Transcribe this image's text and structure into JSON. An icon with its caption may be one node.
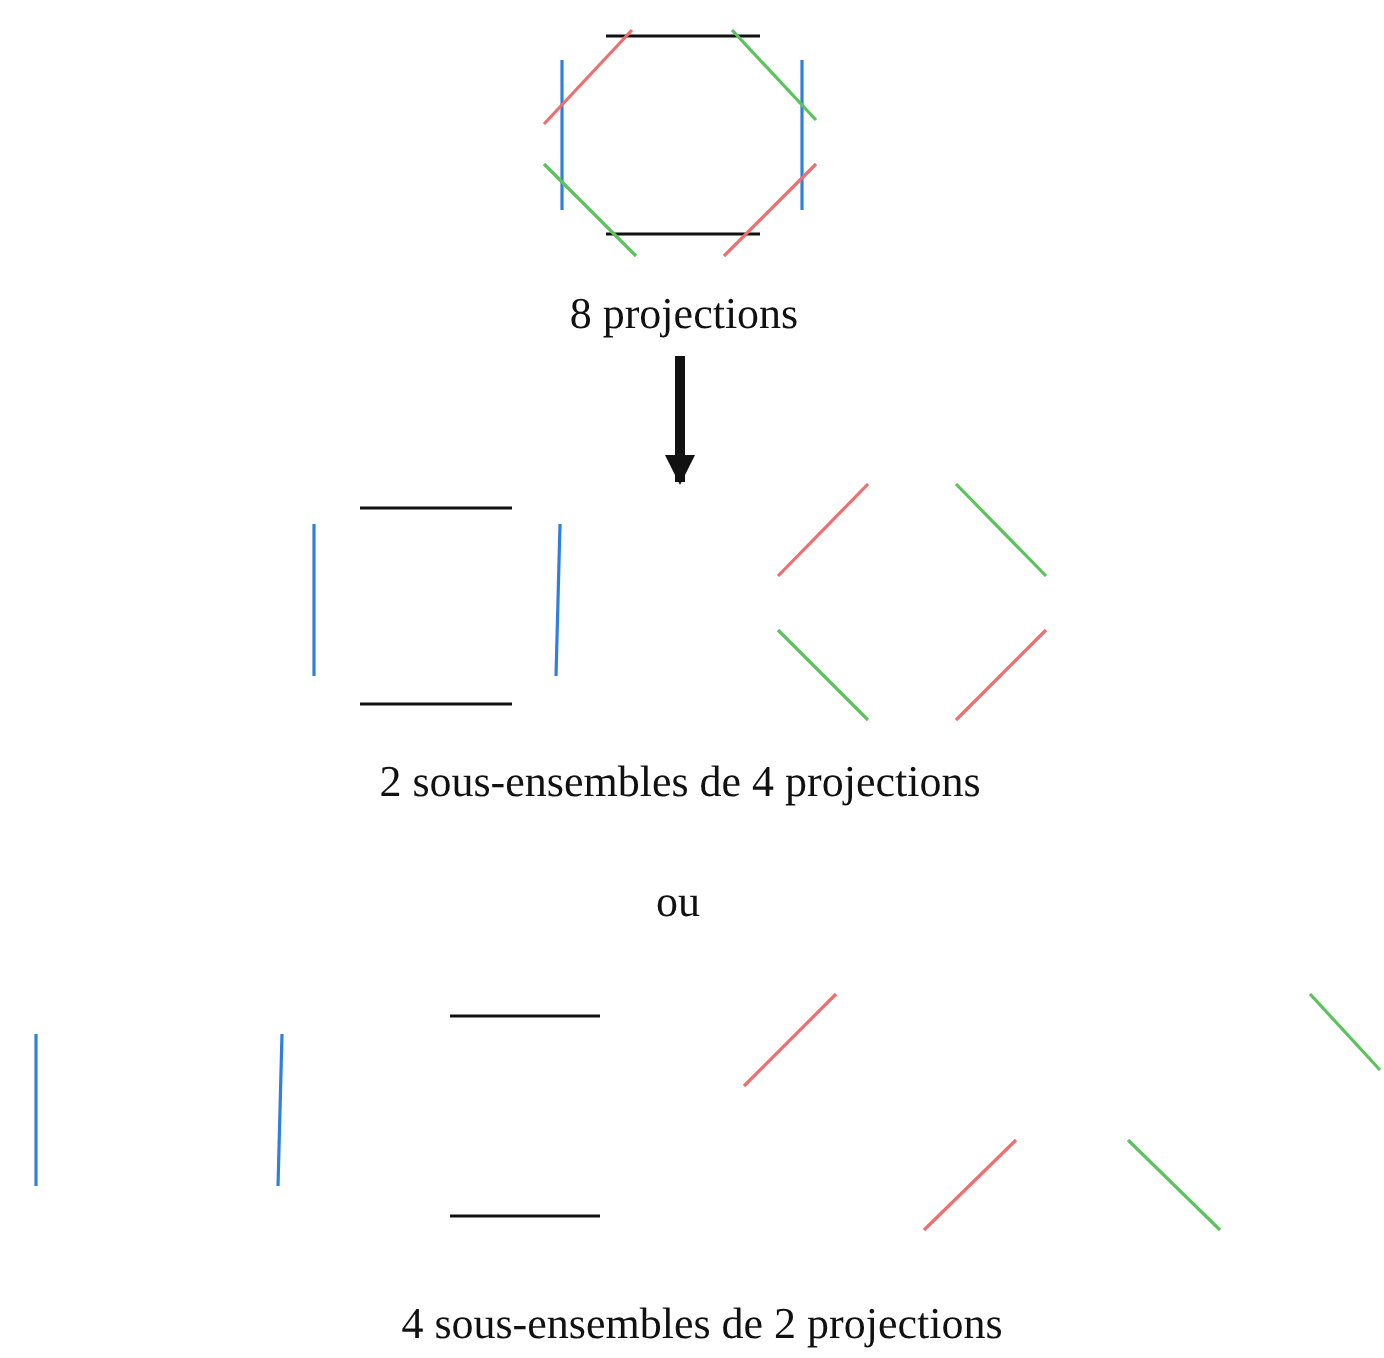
{
  "diagram": {
    "nodes": [
      {
        "text": [
          "8 projections"
        ]
      },
      {
        "text": [
          "2 sous-ensembles de 4 projections"
        ]
      },
      {
        "text": [
          "4 sous-ensembles de 2 projections"
        ]
      }
    ],
    "edges": [
      {
        "from": 0,
        "to": 1,
        "arrow": "to"
      }
    ],
    "labels": [
      "ou"
    ]
  }
}
